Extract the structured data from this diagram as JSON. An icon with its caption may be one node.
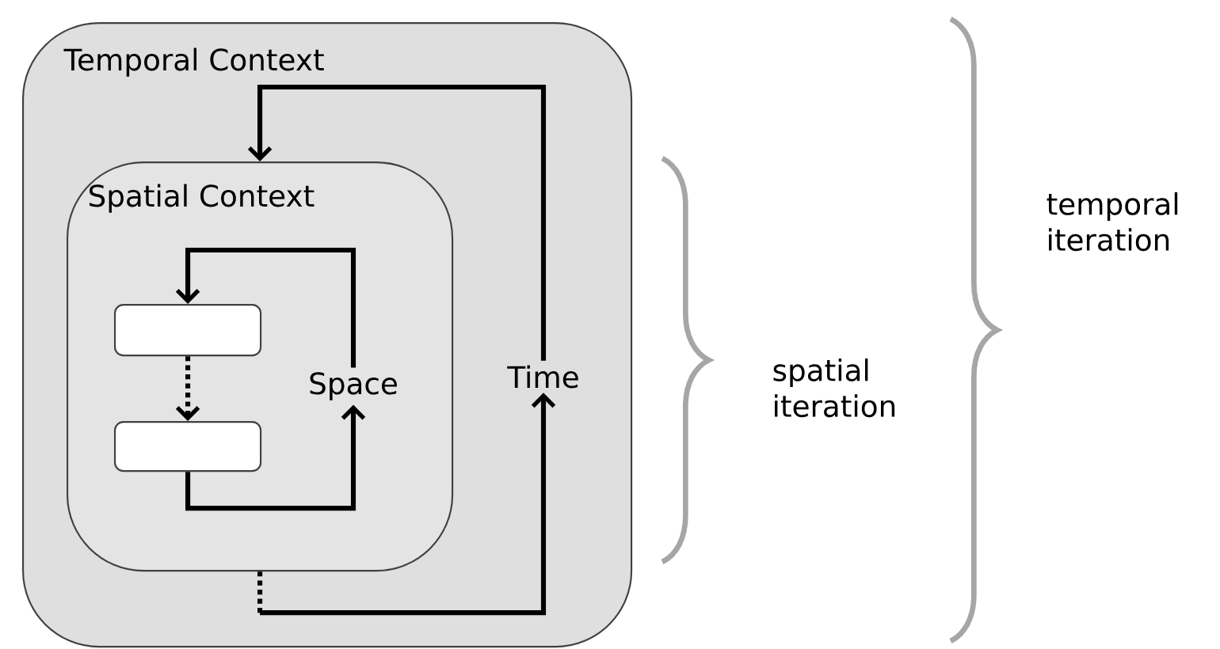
{
  "diagram": {
    "nodes": [
      {
        "text": [
          "Temporal Context"
        ]
      },
      {
        "text": [
          "Spatial Context"
        ],
        "in": 0
      },
      {
        "text": [],
        "shape": "box",
        "in": 1
      },
      {
        "text": [],
        "shape": "box",
        "in": 1
      },
      {
        "text": [
          "Space"
        ],
        "in": 1
      },
      {
        "text": [
          "Time"
        ],
        "in": 0
      }
    ],
    "edges": [
      {
        "from": 2,
        "to": 3,
        "arrow": "to",
        "style": "dashed"
      },
      {
        "from": 3,
        "to": 4,
        "arrow": "to"
      },
      {
        "from": 4,
        "to": 2,
        "arrow": "to"
      },
      {
        "from": 1,
        "to": 5,
        "arrow": "to"
      },
      {
        "from": 5,
        "to": 1,
        "arrow": "to"
      }
    ],
    "labels": [
      "spatial iteration",
      "temporal iteration"
    ]
  }
}
